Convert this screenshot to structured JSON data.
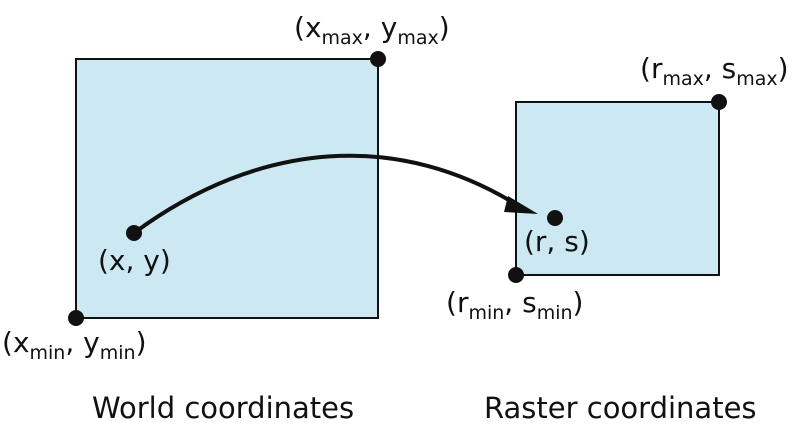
{
  "colors": {
    "rect_fill": "#cce8f2",
    "stroke": "#111111",
    "background": "#ffffff"
  },
  "world": {
    "caption": "World coordinates",
    "point_label": "(x, y)",
    "min_label": {
      "open": "(",
      "v1": "x",
      "s1": "min",
      "sep": ", ",
      "v2": "y",
      "s2": "min",
      "close": ")"
    },
    "max_label": {
      "open": "(",
      "v1": "x",
      "s1": "max",
      "sep": ", ",
      "v2": "y",
      "s2": "max",
      "close": ")"
    }
  },
  "raster": {
    "caption": "Raster coordinates",
    "point_label": "(r, s)",
    "min_label": {
      "open": "(",
      "v1": "r",
      "s1": "min",
      "sep": ", ",
      "v2": "s",
      "s2": "min",
      "close": ")"
    },
    "max_label": {
      "open": "(",
      "v1": "r",
      "s1": "max",
      "sep": ", ",
      "v2": "s",
      "s2": "max",
      "close": ")"
    }
  },
  "icons": {
    "mapping_arrow": "arrow-icon"
  }
}
